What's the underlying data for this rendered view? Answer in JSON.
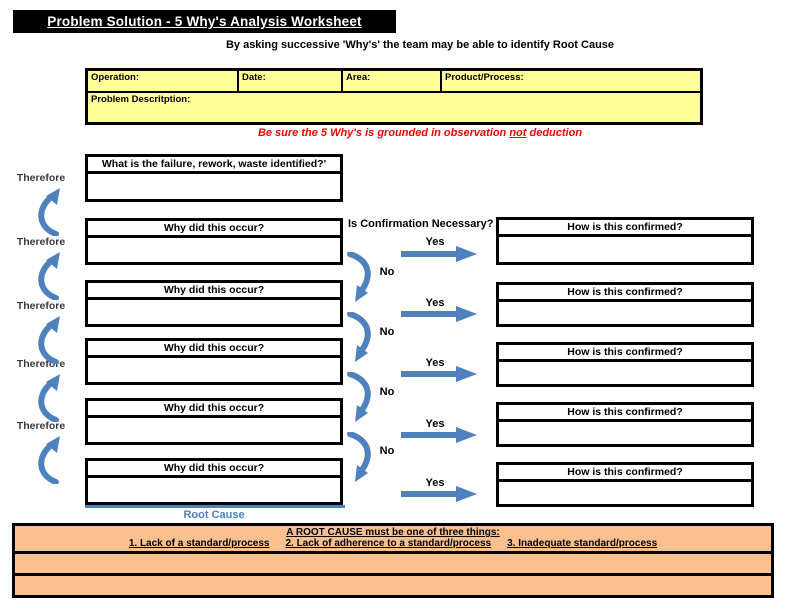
{
  "title": "Problem Solution - 5 Why's Analysis Worksheet",
  "subtitle": "By asking successive 'Why's' the team may be able to identify Root Cause",
  "info_table": {
    "operation_label": "Operation:",
    "date_label": "Date:",
    "area_label": "Area:",
    "product_label": "Product/Process:",
    "problem_label": "Problem Descritption:"
  },
  "note": {
    "prefix": "Be sure the 5 Why's is grounded in observation ",
    "underlined": "not",
    "suffix": " deduction"
  },
  "first_question": "What is the failure, rework, waste identified?'",
  "why_question": "Why did this occur?",
  "confirm_question": "How is this confirmed?",
  "confirmation_label": "Is Confirmation Necessary?",
  "yes_label": "Yes",
  "no_label": "No",
  "therefore_label": "Therefore",
  "root_cause_label": "Root Cause",
  "root_cause_box": {
    "heading": "A ROOT CAUSE must be one of three things:",
    "items": [
      "1. Lack of a standard/process",
      "2. Lack of adherence to a standard/process",
      "3. Inadequate standard/process"
    ]
  },
  "colors": {
    "arrow_blue": "#4F81BD",
    "table_yellow": "#FFFF99",
    "footer_orange": "#FAC08F",
    "note_red": "#FF0000",
    "title_bg": "#000000"
  }
}
